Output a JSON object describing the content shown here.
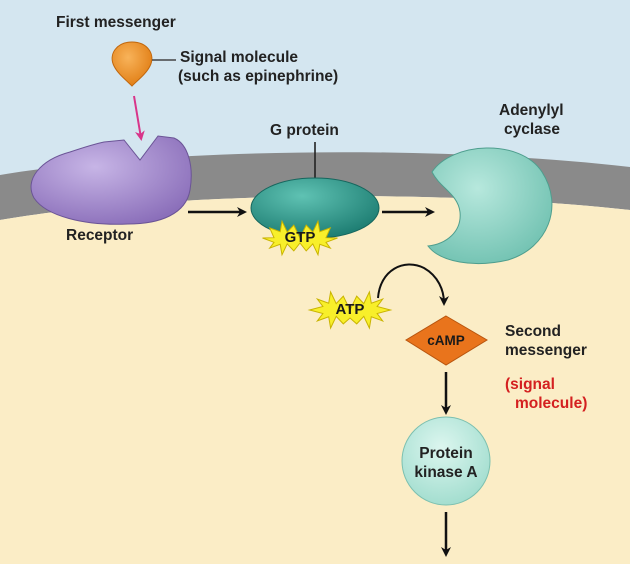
{
  "labels": {
    "first_messenger": "First messenger",
    "signal_molecule_line1": "Signal molecule",
    "signal_molecule_line2": "(such as epinephrine)",
    "receptor": "Receptor",
    "g_protein": "G protein",
    "adenylyl_line1": "Adenylyl",
    "adenylyl_line2": "cyclase",
    "gtp": "GTP",
    "atp": "ATP",
    "camp": "cAMP",
    "second_messenger_line1": "Second",
    "second_messenger_line2": "messenger",
    "signal_note_line1": "(signal",
    "signal_note_line2": "molecule)",
    "pka_line1": "Protein",
    "pka_line2": "kinase A"
  },
  "colors": {
    "outside_background": "#d4e6f0",
    "membrane": "#8a8a8a",
    "cytoplasm": "#fbedc6",
    "signal_molecule": "#f0952a",
    "receptor": "#9c84c6",
    "g_protein": "#2f9a8c",
    "adenylyl_cyclase": "#8fd3c4",
    "burst": "#f8ef2a",
    "camp": "#e9741c",
    "protein_kinase_a": "#b8e8dd",
    "pink_arrow": "#d8358a",
    "red_text": "#d42020"
  }
}
